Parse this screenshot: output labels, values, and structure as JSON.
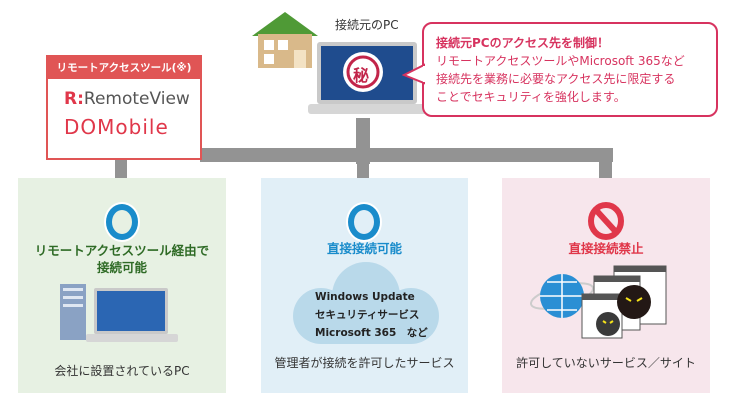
{
  "source_pc": {
    "label": "接続元のPC",
    "screen_badge": "秘"
  },
  "callout": {
    "title": "接続元PCのアクセス先を制御！",
    "lines": [
      "リモートアクセスツールやMicrosoft 365など",
      "接続先を業務に必要なアクセス先に限定する",
      "ことでセキュリティを強化します。"
    ]
  },
  "tools_box": {
    "header": "リモートアクセスツール(※)",
    "products": [
      "R:RemoteView",
      "DOMobile"
    ],
    "product_labels": {
      "rv_mark": "R:",
      "rv": "RemoteView",
      "dm_d": "D",
      "dm": "Mobile"
    }
  },
  "panels": [
    {
      "title": "リモートアクセスツール経由で\n接続可能",
      "title_lines": [
        "リモートアクセスツール経由で",
        "接続可能"
      ],
      "caption": "会社に設置されているPC",
      "status": "allowed",
      "color": "#e7f1e3"
    },
    {
      "title": "直接接続可能",
      "caption": "管理者が接続を許可したサービス",
      "status": "allowed",
      "color": "#e1eff7",
      "cloud_lines": [
        "Windows Update",
        "セキュリティサービス",
        "Microsoft 365　など"
      ]
    },
    {
      "title": "直接接続禁止",
      "caption": "許可していないサービス／サイト",
      "status": "prohibited",
      "color": "#f7e6ec"
    }
  ],
  "colors": {
    "accent_red": "#e0374a",
    "callout": "#d7335f",
    "allowed_blue": "#1a8ccb",
    "green_title": "#2f6b26",
    "connector": "#939393"
  }
}
